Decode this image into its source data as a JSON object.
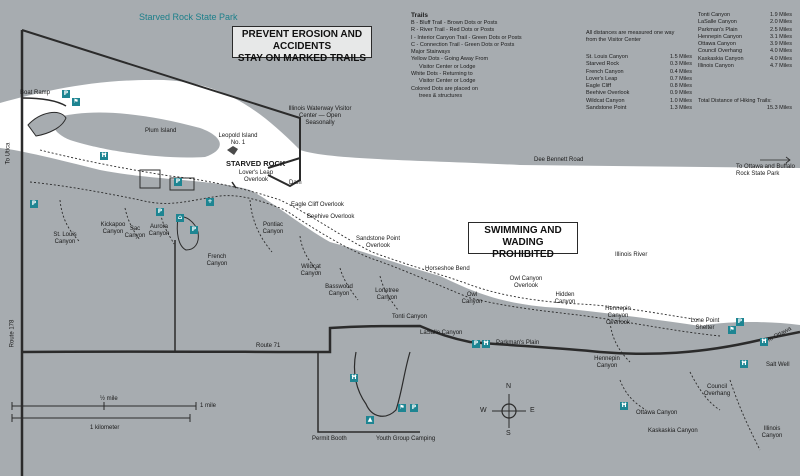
{
  "map": {
    "title": "Starved Rock State Park",
    "notices": {
      "erosion": [
        "PREVENT EROSION AND ACCIDENTS",
        "STAY ON MARKED TRAILS"
      ],
      "swimming": [
        "SWIMMING AND WADING",
        "PROHIBITED"
      ]
    },
    "legend": {
      "title": "Trails",
      "items": [
        "B - Bluff Trail - Brown Dots or Posts",
        "R - River Trail - Red Dots or Posts",
        "I - Interior Canyon Trail - Green Dots or Posts",
        "C - Connection Trail - Green Dots or Posts",
        "Major Stairways",
        "Yellow Dots - Going Away From",
        "Visitor Center or Lodge",
        "White Dots - Returning to",
        "Visitor Center or Lodge",
        "Colored Dots are placed on",
        "trees & structures"
      ],
      "distance_note": [
        "All distances are measured one way",
        "from the Visitor Center"
      ],
      "distances_1": [
        {
          "name": "St. Louis Canyon",
          "dist": "1.5 Miles"
        },
        {
          "name": "Starved Rock",
          "dist": "0.3 Miles"
        },
        {
          "name": "French Canyon",
          "dist": "0.4 Miles"
        },
        {
          "name": "Lover's Leap",
          "dist": "0.7 Miles"
        },
        {
          "name": "Eagle Cliff",
          "dist": "0.8 Miles"
        },
        {
          "name": "Beehive Overlook",
          "dist": "0.9 Miles"
        },
        {
          "name": "Wildcat Canyon",
          "dist": "1.0 Miles"
        },
        {
          "name": "Sandstone Point",
          "dist": "1.3 Miles"
        }
      ],
      "distances_2": [
        {
          "name": "Tonti Canyon",
          "dist": "1.9 Miles"
        },
        {
          "name": "LaSalle Canyon",
          "dist": "2.0 Miles"
        },
        {
          "name": "Parkman's Plain",
          "dist": "2.5 Miles"
        },
        {
          "name": "Hennepin Canyon",
          "dist": "3.1 Miles"
        },
        {
          "name": "Ottawa Canyon",
          "dist": "3.9 Miles"
        },
        {
          "name": "Council Overhang",
          "dist": "4.0 Miles"
        },
        {
          "name": "Kaskaskia Canyon",
          "dist": "4.0 Miles"
        },
        {
          "name": "Illinois Canyon",
          "dist": "4.7 Miles"
        }
      ],
      "total_label": "Total Distance of Hiking Trails:",
      "total_value": "15.3 Miles"
    },
    "labels": [
      "Boat Ramp",
      "Plum Island",
      "Leopold Island No. 1",
      "STARVED ROCK",
      "Lover's Leap Overlook",
      "Dam",
      "Illinois Waterway Visitor Center — Open Seasonally",
      "Dee Bennett Road",
      "To Ottawa and Buffalo Rock State Park",
      "Eagle Cliff Overlook",
      "Beehive Overlook",
      "Sandstone Point Overlook",
      "Horseshoe Bend",
      "Owl Canyon Overlook",
      "Hidden Canyon",
      "Owl Canyon",
      "Illinois River",
      "Hennepin Canyon Overlook",
      "Lone Point Shelter",
      "To Ottawa",
      "Salt Well",
      "To Utica",
      "St. Louis Canyon",
      "Kickapoo Canyon",
      "Sac Canyon",
      "Aurora Canyon",
      "French Canyon",
      "Pontiac Canyon",
      "Wildcat Canyon",
      "Basswood Canyon",
      "Lonetree Canyon",
      "Tonti Canyon",
      "LaSalle Canyon",
      "Parkman's Plain",
      "Hennepin Canyon",
      "Council Overhang",
      "Ottawa Canyon",
      "Kaskaskia Canyon",
      "Illinois Canyon",
      "Route 71",
      "Route 178",
      "Permit Booth",
      "Youth Group Camping"
    ],
    "scale": {
      "mile": "½ mile",
      "mile_full": "1 mile",
      "km": "1 kilometer"
    },
    "compass": [
      "N",
      "E",
      "S",
      "W"
    ],
    "colors": {
      "land": "#a7acb0",
      "river": "#ffffff",
      "road": "#2b2b2b",
      "icon": "#1e8592",
      "title": "#1c7f8a"
    }
  }
}
